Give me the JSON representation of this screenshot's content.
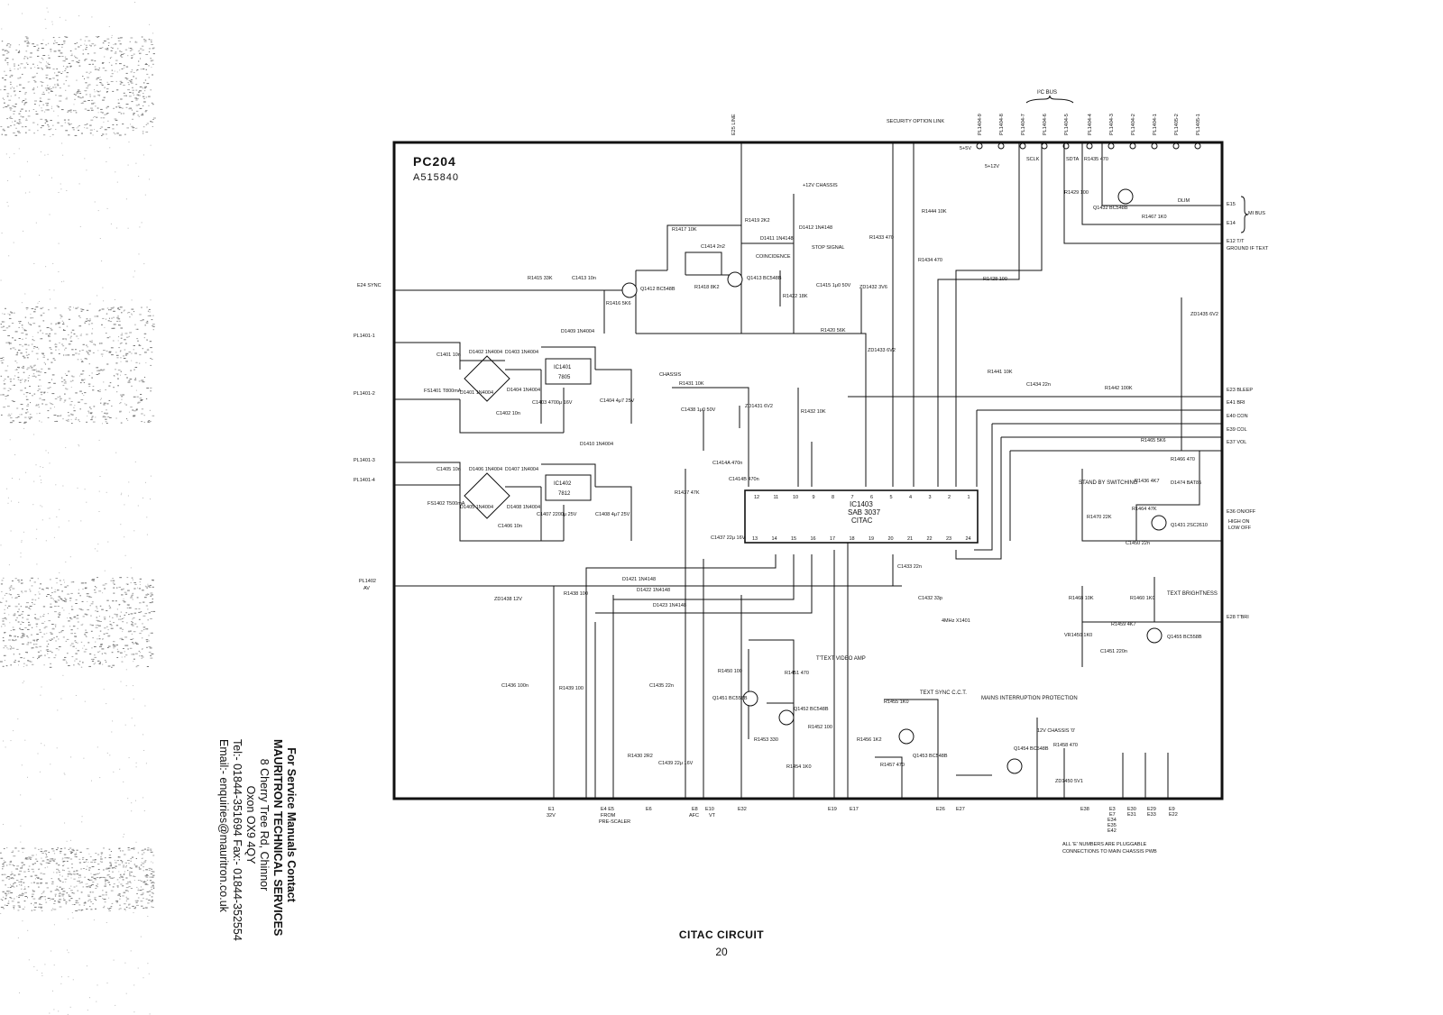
{
  "board": {
    "name": "PC204",
    "part_no": "A515840"
  },
  "caption": "CITAC CIRCUIT",
  "page_number": "20",
  "contact": {
    "line1": "For Service Manuals Contact",
    "line2": "MAURITRON TECHNICAL SERVICES",
    "line3": "8 Cherry Tree Rd, Chinnor",
    "line4": "Oxon OX9 4QY",
    "line5": "Tel:- 01844-351694 Fax:- 01844-352554",
    "line6": "Email:- enquiries@mauritron.co.uk"
  },
  "top_connectors": {
    "bus_label": "I²C BUS",
    "security": "SECURITY OPTION LINK",
    "e25": "E25 LINE",
    "pins": [
      "PL1404-9",
      "PL1404-8",
      "PL1404-7",
      "PL1404-6",
      "PL1404-5",
      "PL1404-4",
      "PL1404-3",
      "PL1404-2",
      "PL1404-1",
      "PL1405-2",
      "PL1405-1"
    ],
    "sclk": "SCLK",
    "sdta": "SDTA",
    "p5v": "5+5V",
    "p12v": "5+12V"
  },
  "left_connectors": {
    "e24": "E24 SYNC",
    "pl1": "PL1401-1",
    "pl2": "PL1401-2",
    "pl3": "PL1401-3",
    "pl4": "PL1401-4",
    "pl1402": "PL1402",
    "av": "AV"
  },
  "right_connectors": {
    "e15": "E15",
    "e14": "E14",
    "dlim": "DLIM",
    "mi_bus": "MI BUS",
    "e12": "E12 T/T",
    "ground_text": "GROUND IF TEXT",
    "e23": "E23 BLEEP",
    "e41": "E41 BRI",
    "e40": "E40 CON",
    "e39": "E39 COL",
    "e37": "E37 VOL",
    "e36": "E36 ON/OFF",
    "high_on": "HIGH ON",
    "low_off": "LOW OFF",
    "e28": "E28 T'BRI"
  },
  "bottom_connectors": {
    "e1": "E1",
    "e1v": "32V",
    "e4e5": "E4 E5",
    "from": "FROM",
    "prescaler": "PRE-SCALER",
    "e6": "E6",
    "e8": "E8",
    "afc": "AFC",
    "e10": "E10",
    "vt": "VT",
    "e32": "E32",
    "e19": "E19",
    "e17": "E17",
    "e26": "E26",
    "e27": "E27",
    "e38": "E38",
    "e3": "E3",
    "e7": "E7",
    "e34": "E34",
    "e35": "E35",
    "e42": "E42",
    "e30": "E30",
    "e31": "E31",
    "e29": "E29",
    "e33": "E33",
    "e9": "E9",
    "e22": "E22"
  },
  "blocks": {
    "ic1401": "IC1401",
    "ic1401_type": "7805",
    "ic1402": "IC1402",
    "ic1402_type": "7812",
    "ic1403": "IC1403",
    "ic1403_type": "SAB 3037",
    "ic1403_name": "CITAC",
    "chassis12": "+12V CHASSIS",
    "coincidence": "COINCIDENCE",
    "stop_signal": "STOP SIGNAL",
    "standby": "STAND BY SWITCHING",
    "text_brightness": "TEXT BRIGHTNESS",
    "ttext_video": "T'TEXT VIDEO AMP",
    "text_sync": "TEXT SYNC C.C.T.",
    "mains": "MAINS INTERRUPTION PROTECTION",
    "chassis_0": "12V CHASSIS '0'",
    "note1": "ALL 'E' NUMBERS ARE PLUGGABLE",
    "note2": "CONNECTIONS TO MAIN CHASSIS PWB",
    "chassis": "CHASSIS",
    "xtal": "4MHz X1401"
  },
  "components": {
    "r1415": "R1415 33K",
    "c1413": "C1413 10n",
    "q1412": "Q1412 BC548B",
    "r1416": "R1416 5K6",
    "r1417": "R1417 10K",
    "r1419": "R1419 2K2",
    "c1414": "C1414 2n2",
    "r1418": "R1418 8K2",
    "q1413": "Q1413 BC548B",
    "d1411": "D1411 1N4148",
    "d1412": "D1412 1N4148",
    "r1422": "R1422 18K",
    "c1415": "C1415 1μ0 50V",
    "zd1432": "ZD1432 3V6",
    "r1420": "R1420 56K",
    "zd1433": "ZD1433 6V2",
    "r1433": "R1433 470",
    "r1444": "R1444 10K",
    "r1434": "R1434 470",
    "r1428": "R1428 100",
    "r1429": "R1429 100",
    "r1435": "R1435 470",
    "q1432": "Q1432 BC548B",
    "r1467": "R1467 1K0",
    "zd1435": "ZD1435 6V2",
    "c1401": "C1401 10n",
    "d1402": "D1402 1N4004",
    "d1403": "D1403 1N4004",
    "d1401": "D1401 1N4004",
    "d1404": "D1404 1N4004",
    "fs1401": "FS1401 T800mA",
    "c1402": "C1402 10n",
    "c1403": "C1403 4700μ 16V",
    "c1404": "C1404 4μ7 25V",
    "d1409": "D1409 1N4004",
    "c1405": "C1405 10n",
    "d1406": "D1406 1N4004",
    "d1407": "D1407 1N4004",
    "d1405": "D1405 1N4004",
    "d1408": "D1408 1N4004",
    "fs1402": "FS1402 T500mA",
    "c1406": "C1406 10n",
    "c1407": "C1407 2200μ 25V",
    "c1408": "C1408 4μ7 25V",
    "d1410": "D1410 1N4004",
    "r1431": "R1431 10K",
    "c1438": "C1438 1μ0 50V",
    "zd1431": "ZD1431 6V2",
    "r1432": "R1432 10K",
    "r1441": "R1441 10K",
    "c1434": "C1434 22n",
    "r1442": "R1442 100K",
    "r1465": "R1465 5K6",
    "r1466": "R1466 470",
    "d1474": "D1474 BAT85",
    "r1436": "R1436 4K7",
    "r1464": "R1464 47K",
    "r1470": "R1470 22K",
    "c1450": "C1450 22n",
    "q1431": "Q1431 2SC2610",
    "c1414a": "C1414A 470n",
    "c1414b": "C1414B 470n",
    "r1437": "R1437 47K",
    "c1437": "C1437 22μ 16V",
    "c1433": "C1433 22n",
    "c1432": "C1432 33p",
    "r1468": "R1468 10K",
    "r1460": "R1460 1K0",
    "r1459": "R1459 4K7",
    "vr1450": "VR1450 1K0",
    "c1451": "C1451 220n",
    "q1455": "Q1455 BC558B",
    "d1421": "D1421 1N4148",
    "d1422": "D1422 1N4148",
    "d1423": "D1423 1N4148",
    "r1438": "R1438 100",
    "zd1438": "ZD1438 12V",
    "c1436": "C1436 100n",
    "r1439": "R1439 100",
    "c1435": "C1435 22n",
    "r1430": "R1430 2R2",
    "c1439": "C1439 22μ 16V",
    "r1450": "R1450 100",
    "r1451": "R1451 470",
    "q1451": "Q1451 BC558B",
    "q1452": "Q1452 BC548B",
    "r1452": "R1452 100",
    "r1453": "R1453 330",
    "r1454": "R1454 1K0",
    "r1455": "R1455 1K0",
    "r1456": "R1456 1K2",
    "r1457": "R1457 470",
    "q1453": "Q1453 BC548B",
    "q1454": "Q1454 BC548B",
    "r1458": "R1458 470",
    "zd1450": "ZD1450 5V1"
  },
  "ic_pins_top": [
    "12",
    "11",
    "10",
    "9",
    "8",
    "7",
    "6",
    "5",
    "4",
    "3",
    "2",
    "1"
  ],
  "ic_pins_bottom": [
    "13",
    "14",
    "15",
    "16",
    "17",
    "18",
    "19",
    "20",
    "21",
    "22",
    "23",
    "24"
  ]
}
